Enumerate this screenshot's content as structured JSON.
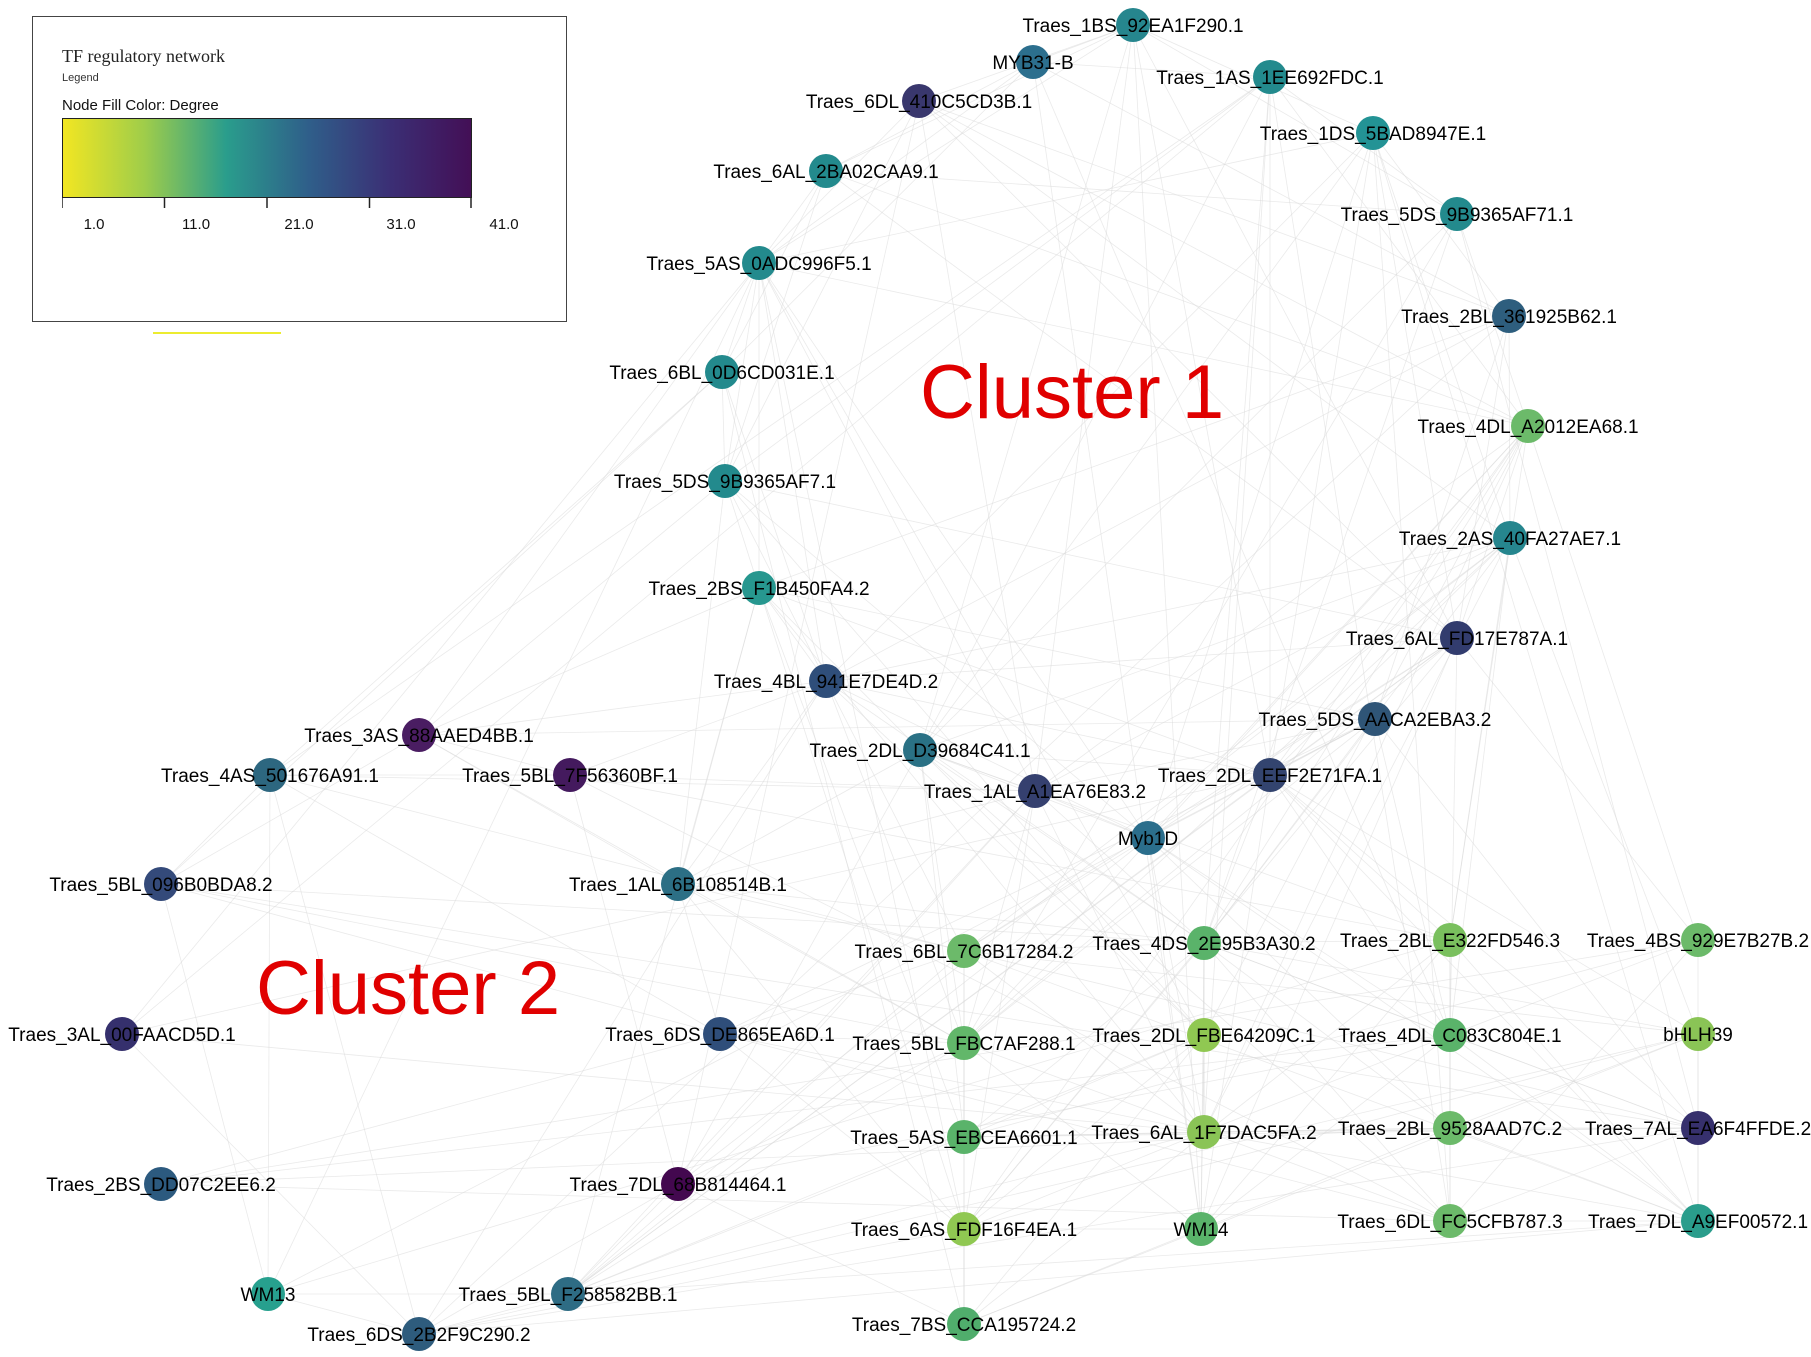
{
  "legend": {
    "title": "TF regulatory network",
    "subtitle": "Legend",
    "caption": "Node Fill Color:  Degree",
    "gradient_colors": [
      "#f2e622",
      "#9fcd4a",
      "#2a9d8c",
      "#2f5f8a",
      "#3b2f75",
      "#430f56"
    ],
    "ticks": [
      "1.0",
      "11.0",
      "21.0",
      "31.0",
      "41.0"
    ],
    "range": [
      1,
      41
    ]
  },
  "clusters": [
    {
      "label": "Cluster 1",
      "color": "#e00000"
    },
    {
      "label": "Cluster 2",
      "color": "#e00000"
    }
  ],
  "edge_color": "#d9d9d9",
  "nodes": [
    {
      "id": "Traes_1BS_92EA1F290.1",
      "color": "#26868e"
    },
    {
      "id": "MYB31-B",
      "color": "#2c6f8e"
    },
    {
      "id": "Traes_1AS_1EE692FDC.1",
      "color": "#238a8d"
    },
    {
      "id": "Traes_6DL_410C5CD3B.1",
      "color": "#39376d"
    },
    {
      "id": "Traes_1DS_5BAD8947E.1",
      "color": "#239395"
    },
    {
      "id": "Traes_6AL_2BA02CAA9.1",
      "color": "#238a8d"
    },
    {
      "id": "Traes_5DS_9B9365AF71.1",
      "color": "#238a8d"
    },
    {
      "id": "Traes_5AS_0ADC996F5.1",
      "color": "#238a8d"
    },
    {
      "id": "Traes_2BL_361925B62.1",
      "color": "#2e5e7e"
    },
    {
      "id": "Traes_6BL_0D6CD031E.1",
      "color": "#238a8d"
    },
    {
      "id": "Traes_4DL_A2012EA68.1",
      "color": "#6cba6a"
    },
    {
      "id": "Traes_5DS_9B9365AF7.1",
      "color": "#238a8d"
    },
    {
      "id": "Traes_2AS_40FA27AE7.1",
      "color": "#26868e"
    },
    {
      "id": "Traes_2BS_F1B450FA4.2",
      "color": "#27978f"
    },
    {
      "id": "Traes_6AL_FD17E787A.1",
      "color": "#323c6e"
    },
    {
      "id": "Traes_4BL_941E7DE4D.2",
      "color": "#2f4e7a"
    },
    {
      "id": "Traes_3AS_88AAED4BB.1",
      "color": "#4a1d62"
    },
    {
      "id": "Traes_5DS_AACA2EBA3.2",
      "color": "#2f5577"
    },
    {
      "id": "Traes_2DL_D39684C41.1",
      "color": "#2a7185"
    },
    {
      "id": "Traes_4AS_501676A91.1",
      "color": "#2d6780"
    },
    {
      "id": "Traes_5BL_7F56360BF.1",
      "color": "#441a5e"
    },
    {
      "id": "Traes_2DL_EEF2E71FA.1",
      "color": "#33446f"
    },
    {
      "id": "Traes_1AL_A1EA76E83.2",
      "color": "#35406f"
    },
    {
      "id": "Myb1D",
      "color": "#2b6e8c"
    },
    {
      "id": "Traes_5BL_096B0BDA8.2",
      "color": "#344a7a"
    },
    {
      "id": "Traes_1AL_6B108514B.1",
      "color": "#2c6f85"
    },
    {
      "id": "Traes_6BL_7C6B17284.2",
      "color": "#6cba6a"
    },
    {
      "id": "Traes_4DS_2E95B3A30.2",
      "color": "#5ab36a"
    },
    {
      "id": "Traes_2BL_E322FD546.3",
      "color": "#7ac05e"
    },
    {
      "id": "Traes_4BS_929E7B27B.2",
      "color": "#6cba6a"
    },
    {
      "id": "Traes_3AL_00FAACD5D.1",
      "color": "#35306d"
    },
    {
      "id": "Traes_6DS_DE865EA6D.1",
      "color": "#2f4e7a"
    },
    {
      "id": "Traes_5BL_FBC7AF288.1",
      "color": "#62b76a"
    },
    {
      "id": "Traes_2DL_FBE64209C.1",
      "color": "#90c852"
    },
    {
      "id": "Traes_4DL_C083C804E.1",
      "color": "#5ab36a"
    },
    {
      "id": "bHLH39",
      "color": "#8ac456"
    },
    {
      "id": "Traes_5AS_EBCEA6601.1",
      "color": "#5ab36a"
    },
    {
      "id": "Traes_6AL_1F7DAC5FA.2",
      "color": "#8ac456"
    },
    {
      "id": "Traes_2BL_9528AAD7C.2",
      "color": "#6cba6a"
    },
    {
      "id": "Traes_7AL_EA6F4FFDE.2",
      "color": "#36306d"
    },
    {
      "id": "Traes_2BS_DD07C2EE6.2",
      "color": "#2c5a7f"
    },
    {
      "id": "Traes_7DL_68B814464.1",
      "color": "#43084f"
    },
    {
      "id": "Traes_6AS_FDF16F4EA.1",
      "color": "#90c852"
    },
    {
      "id": "WM14",
      "color": "#5ab36a"
    },
    {
      "id": "Traes_6DL_FC5CFB787.3",
      "color": "#6cba6a"
    },
    {
      "id": "Traes_7DL_A9EF00572.1",
      "color": "#2a9d8c"
    },
    {
      "id": "WM13",
      "color": "#27a08e"
    },
    {
      "id": "Traes_5BL_F258582BB.1",
      "color": "#2e6c84"
    },
    {
      "id": "Traes_6DS_2B2F9C290.2",
      "color": "#2e5c7d"
    },
    {
      "id": "Traes_7BS_CCA195724.2",
      "color": "#50ad6c"
    }
  ]
}
